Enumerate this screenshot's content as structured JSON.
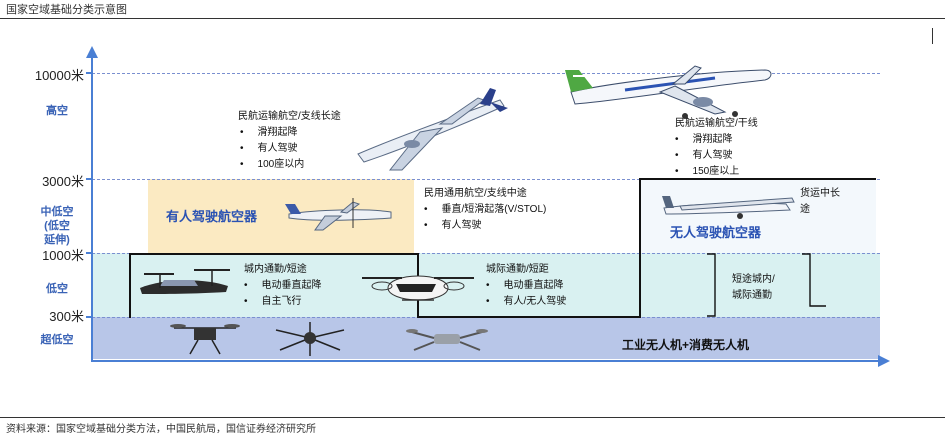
{
  "title": "国家空域基础分类示意图",
  "source": "资料来源：国家空域基础分类方法，中国民航局，国信证券经济研究所",
  "y_ticks": [
    "10000米",
    "3000米",
    "1000米",
    "300米"
  ],
  "zones": {
    "high": "高空",
    "mid_low": "中低空\n(低空\n延伸)",
    "low": "低空",
    "ultra_low": "超低空"
  },
  "zone_lines": {
    "mid_low": [
      "中低空",
      "(低空",
      "延伸)"
    ]
  },
  "labels": {
    "trunk_title": "民航运输航空/支线长途",
    "trunk_items": [
      "滑翔起降",
      "有人驾驶",
      "100座以内"
    ],
    "mainline_title": "民航运输航空/干线",
    "mainline_items": [
      "滑翔起降",
      "有人驾驶",
      "150座以上"
    ],
    "general_title": "民用通用航空/支线中途",
    "general_items": [
      "垂直/短滑起落(V/STOL)",
      "有人驾驶"
    ],
    "manned_aircraft": "有人驾驶航空器",
    "unmanned_aircraft": "无人驾驶航空器",
    "cargo": [
      "货运中长",
      "途"
    ],
    "city_title": "城内通勤/短途",
    "city_items": [
      "电动垂直起降",
      "自主飞行"
    ],
    "intercity_title": "城际通勤/短距",
    "intercity_items": [
      "电动垂直起降",
      "有人/无人驾驶"
    ],
    "short_route": [
      "短途城内/",
      "城际通勤"
    ],
    "drones": "工业无人机+消费无人机"
  },
  "colors": {
    "axis": "#4a7fd4",
    "ultra_low_band": "#b8c6e8",
    "low_band": "#d9f1f1",
    "mid_left_band": "#fbeac2",
    "accent_text": "#2a52b3"
  }
}
